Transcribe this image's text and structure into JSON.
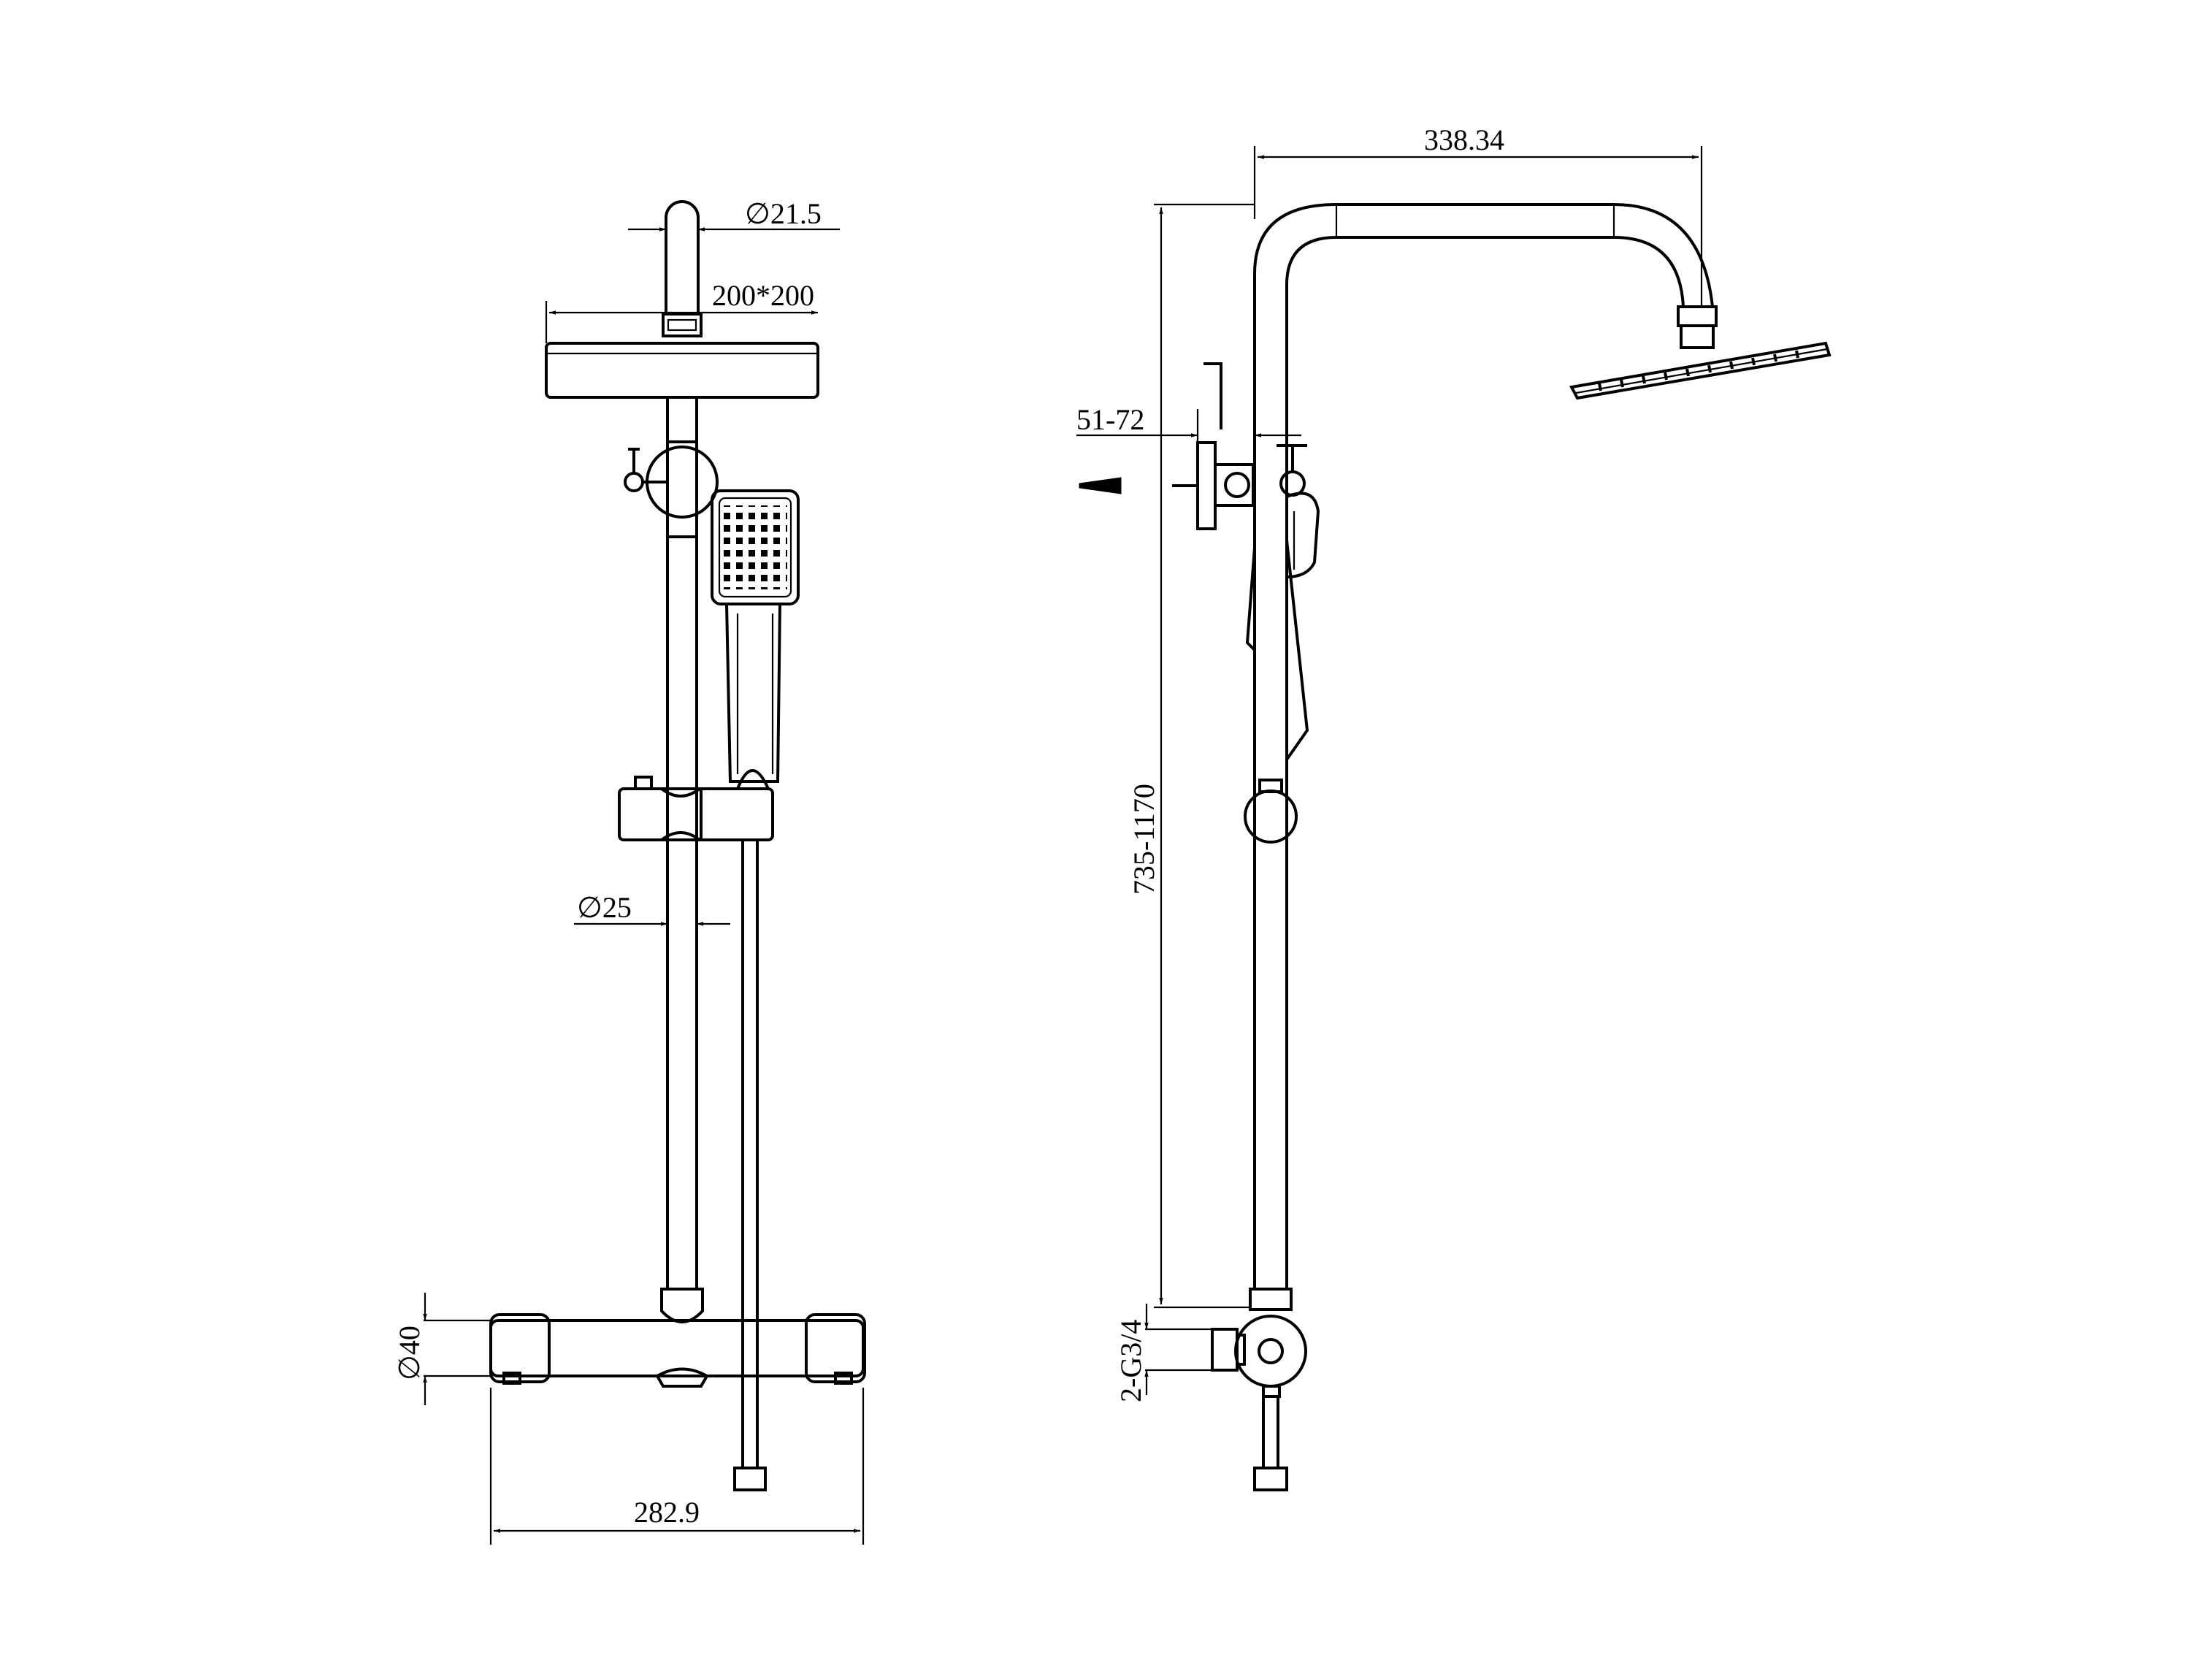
{
  "colors": {
    "line": "#000000",
    "background": "#ffffff"
  },
  "dimensions": {
    "pipe_top_diameter": "∅21.5",
    "head_size": "200*200",
    "pipe_diameter": "∅25",
    "valve_diameter": "∅40",
    "valve_width": "282.9",
    "arm_reach": "338.34",
    "wall_offset": "51-72",
    "height_range": "735-1170",
    "inlet_thread": "2-G3/4"
  }
}
